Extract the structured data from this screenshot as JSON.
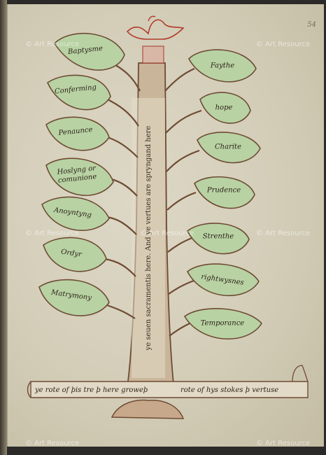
{
  "folio_number": "54",
  "watermark": "© Art Resource",
  "trunk_inscription": "ye seuen sacramentis here. And ye vertues are spryngand here",
  "root_band": {
    "left": "ye rote of þis tre þ here groweþ",
    "right": "rote of hys stokes þ vertuse"
  },
  "left_leaves": [
    "Baptysme",
    "Conferming",
    "Penaunce",
    "Hoslyng or comunione",
    "Anoyntyng",
    "Ordyr",
    "Matrymony"
  ],
  "right_leaves": [
    "Faythe",
    "hope",
    "Charite",
    "Prudence",
    "Strenthe",
    "rightwysnes",
    "Temporance"
  ],
  "colors": {
    "leaf_fill": "#b8d2a4",
    "outline": "#6f4b34",
    "trunk": "#c8b59a",
    "dove": "#b33a2b"
  }
}
